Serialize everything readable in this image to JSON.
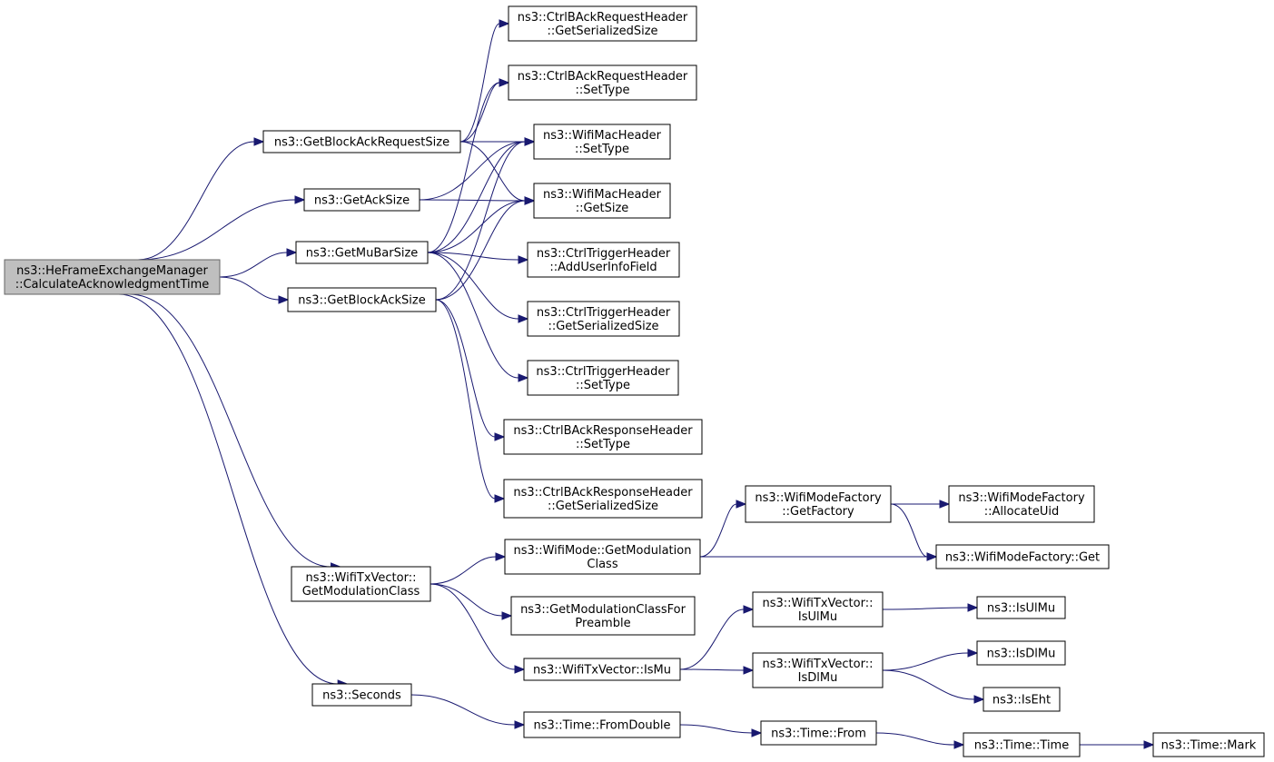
{
  "diagram": {
    "nodes": [
      {
        "id": "root",
        "lines": [
          "ns3::HeFrameExchangeManager",
          "::CalculateAcknowledgmentTime"
        ]
      },
      {
        "id": "getBlockAckRequestSize",
        "lines": [
          "ns3::GetBlockAckRequestSize"
        ]
      },
      {
        "id": "getAckSize",
        "lines": [
          "ns3::GetAckSize"
        ]
      },
      {
        "id": "getMuBarSize",
        "lines": [
          "ns3::GetMuBarSize"
        ]
      },
      {
        "id": "getBlockAckSize",
        "lines": [
          "ns3::GetBlockAckSize"
        ]
      },
      {
        "id": "txGetModulationClass",
        "lines": [
          "ns3::WifiTxVector::",
          "GetModulationClass"
        ]
      },
      {
        "id": "seconds",
        "lines": [
          "ns3::Seconds"
        ]
      },
      {
        "id": "barGetSerializedSize",
        "lines": [
          "ns3::CtrlBAckRequestHeader",
          "::GetSerializedSize"
        ]
      },
      {
        "id": "barSetType",
        "lines": [
          "ns3::CtrlBAckRequestHeader",
          "::SetType"
        ]
      },
      {
        "id": "macSetType",
        "lines": [
          "ns3::WifiMacHeader",
          "::SetType"
        ]
      },
      {
        "id": "macGetSize",
        "lines": [
          "ns3::WifiMacHeader",
          "::GetSize"
        ]
      },
      {
        "id": "trigAddUserInfo",
        "lines": [
          "ns3::CtrlTriggerHeader",
          "::AddUserInfoField"
        ]
      },
      {
        "id": "trigGetSerializedSize",
        "lines": [
          "ns3::CtrlTriggerHeader",
          "::GetSerializedSize"
        ]
      },
      {
        "id": "trigSetType",
        "lines": [
          "ns3::CtrlTriggerHeader",
          "::SetType"
        ]
      },
      {
        "id": "baSetType",
        "lines": [
          "ns3::CtrlBAckResponseHeader",
          "::SetType"
        ]
      },
      {
        "id": "baGetSerializedSize",
        "lines": [
          "ns3::CtrlBAckResponseHeader",
          "::GetSerializedSize"
        ]
      },
      {
        "id": "modeGetModulationClass",
        "lines": [
          "ns3::WifiMode::GetModulation",
          "Class"
        ]
      },
      {
        "id": "getModClassForPreamble",
        "lines": [
          "ns3::GetModulationClassFor",
          "Preamble"
        ]
      },
      {
        "id": "txIsMu",
        "lines": [
          "ns3::WifiTxVector::IsMu"
        ]
      },
      {
        "id": "timeFromDouble",
        "lines": [
          "ns3::Time::FromDouble"
        ]
      },
      {
        "id": "factoryGetFactory",
        "lines": [
          "ns3::WifiModeFactory",
          "::GetFactory"
        ]
      },
      {
        "id": "factoryGet",
        "lines": [
          "ns3::WifiModeFactory::Get"
        ]
      },
      {
        "id": "txIsUlMu",
        "lines": [
          "ns3::WifiTxVector::",
          "IsUlMu"
        ]
      },
      {
        "id": "txIsDlMu",
        "lines": [
          "ns3::WifiTxVector::",
          "IsDlMu"
        ]
      },
      {
        "id": "timeFrom",
        "lines": [
          "ns3::Time::From"
        ]
      },
      {
        "id": "factoryAllocateUid",
        "lines": [
          "ns3::WifiModeFactory",
          "::AllocateUid"
        ]
      },
      {
        "id": "isUlMu",
        "lines": [
          "ns3::IsUlMu"
        ]
      },
      {
        "id": "isDlMu",
        "lines": [
          "ns3::IsDlMu"
        ]
      },
      {
        "id": "isEht",
        "lines": [
          "ns3::IsEht"
        ]
      },
      {
        "id": "timeTime",
        "lines": [
          "ns3::Time::Time"
        ]
      },
      {
        "id": "timeMark",
        "lines": [
          "ns3::Time::Mark"
        ]
      }
    ],
    "edges": [
      [
        "root",
        "getBlockAckRequestSize"
      ],
      [
        "root",
        "getAckSize"
      ],
      [
        "root",
        "getMuBarSize"
      ],
      [
        "root",
        "getBlockAckSize"
      ],
      [
        "root",
        "txGetModulationClass"
      ],
      [
        "root",
        "seconds"
      ],
      [
        "getBlockAckRequestSize",
        "barGetSerializedSize"
      ],
      [
        "getBlockAckRequestSize",
        "barSetType"
      ],
      [
        "getBlockAckRequestSize",
        "macSetType"
      ],
      [
        "getBlockAckRequestSize",
        "macGetSize"
      ],
      [
        "getAckSize",
        "macSetType"
      ],
      [
        "getAckSize",
        "macGetSize"
      ],
      [
        "getMuBarSize",
        "barSetType"
      ],
      [
        "getMuBarSize",
        "macSetType"
      ],
      [
        "getMuBarSize",
        "macGetSize"
      ],
      [
        "getMuBarSize",
        "trigAddUserInfo"
      ],
      [
        "getMuBarSize",
        "trigGetSerializedSize"
      ],
      [
        "getMuBarSize",
        "trigSetType"
      ],
      [
        "getBlockAckSize",
        "macSetType"
      ],
      [
        "getBlockAckSize",
        "macGetSize"
      ],
      [
        "getBlockAckSize",
        "baSetType"
      ],
      [
        "getBlockAckSize",
        "baGetSerializedSize"
      ],
      [
        "txGetModulationClass",
        "modeGetModulationClass"
      ],
      [
        "txGetModulationClass",
        "getModClassForPreamble"
      ],
      [
        "txGetModulationClass",
        "txIsMu"
      ],
      [
        "modeGetModulationClass",
        "factoryGetFactory"
      ],
      [
        "modeGetModulationClass",
        "factoryGet"
      ],
      [
        "factoryGetFactory",
        "factoryAllocateUid"
      ],
      [
        "factoryGetFactory",
        "factoryGet"
      ],
      [
        "txIsMu",
        "txIsUlMu"
      ],
      [
        "txIsMu",
        "txIsDlMu"
      ],
      [
        "txIsUlMu",
        "isUlMu"
      ],
      [
        "txIsDlMu",
        "isDlMu"
      ],
      [
        "txIsDlMu",
        "isEht"
      ],
      [
        "seconds",
        "timeFromDouble"
      ],
      [
        "timeFromDouble",
        "timeFrom"
      ],
      [
        "timeFrom",
        "timeTime"
      ],
      [
        "timeTime",
        "timeMark"
      ]
    ]
  }
}
